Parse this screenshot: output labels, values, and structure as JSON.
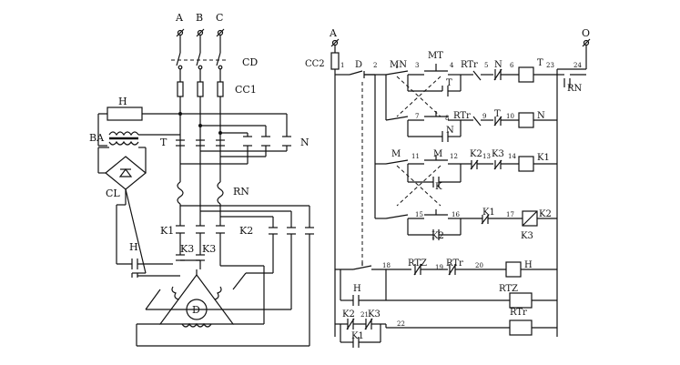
{
  "power_circuit": {
    "phase_a": "A",
    "phase_b": "B",
    "phase_c": "C",
    "disconnect": "CD",
    "fuses": "CC1",
    "current_transformer": "BA",
    "heater_h": "H",
    "contactor_t": "T",
    "contactor_n": "N",
    "rectifier": "CL",
    "relay_rn": "RN",
    "contactor_k1": "K1",
    "contactor_k2": "K2",
    "contactor_k3_left": "K3",
    "contactor_k3_right": "K3",
    "contact_h": "H",
    "motor": "D"
  },
  "control_circuit": {
    "supply_a": "A",
    "supply_o": "O",
    "fuse": "CC2",
    "relay_rn": "RN",
    "row1": {
      "n1": "1",
      "d": "D",
      "n2": "2",
      "mn": "MN",
      "n3": "3",
      "mt": "MT",
      "n4": "4",
      "rtr": "RTr",
      "n5": "5",
      "n_contact": "N",
      "n6": "6",
      "t_coil": "T",
      "n23": "23",
      "n24": "24",
      "t_contact": "T"
    },
    "row2": {
      "n7": "7",
      "n8": "8",
      "rtr": "RTr",
      "n9": "9",
      "t_contact": "T",
      "n10": "10",
      "n_coil": "N",
      "n_contact": "N"
    },
    "row3": {
      "m_left": "M",
      "sub_11": "11",
      "m_right": "M",
      "n12": "12",
      "k2": "K2",
      "n13": "13",
      "k3": "K3",
      "n14": "14",
      "k1_coil": "K1",
      "k_contact": "K"
    },
    "row4": {
      "n15": "15",
      "n16": "16",
      "k1": "K1",
      "n17": "17",
      "k2_coil": "K2",
      "k3_label": "K3",
      "k2_contact": "K2"
    },
    "row5": {
      "n18": "18",
      "rtz": "RTZ",
      "n19": "19",
      "rtr": "RTr",
      "n20": "20",
      "h_coil": "H",
      "h_contact": "H"
    },
    "row6": {
      "rtz_heater": "RTZ"
    },
    "row7": {
      "k2": "K2",
      "n21": "21",
      "k3": "K3",
      "k1": "K1",
      "n22": "22",
      "rtr_heater": "RTr"
    }
  }
}
